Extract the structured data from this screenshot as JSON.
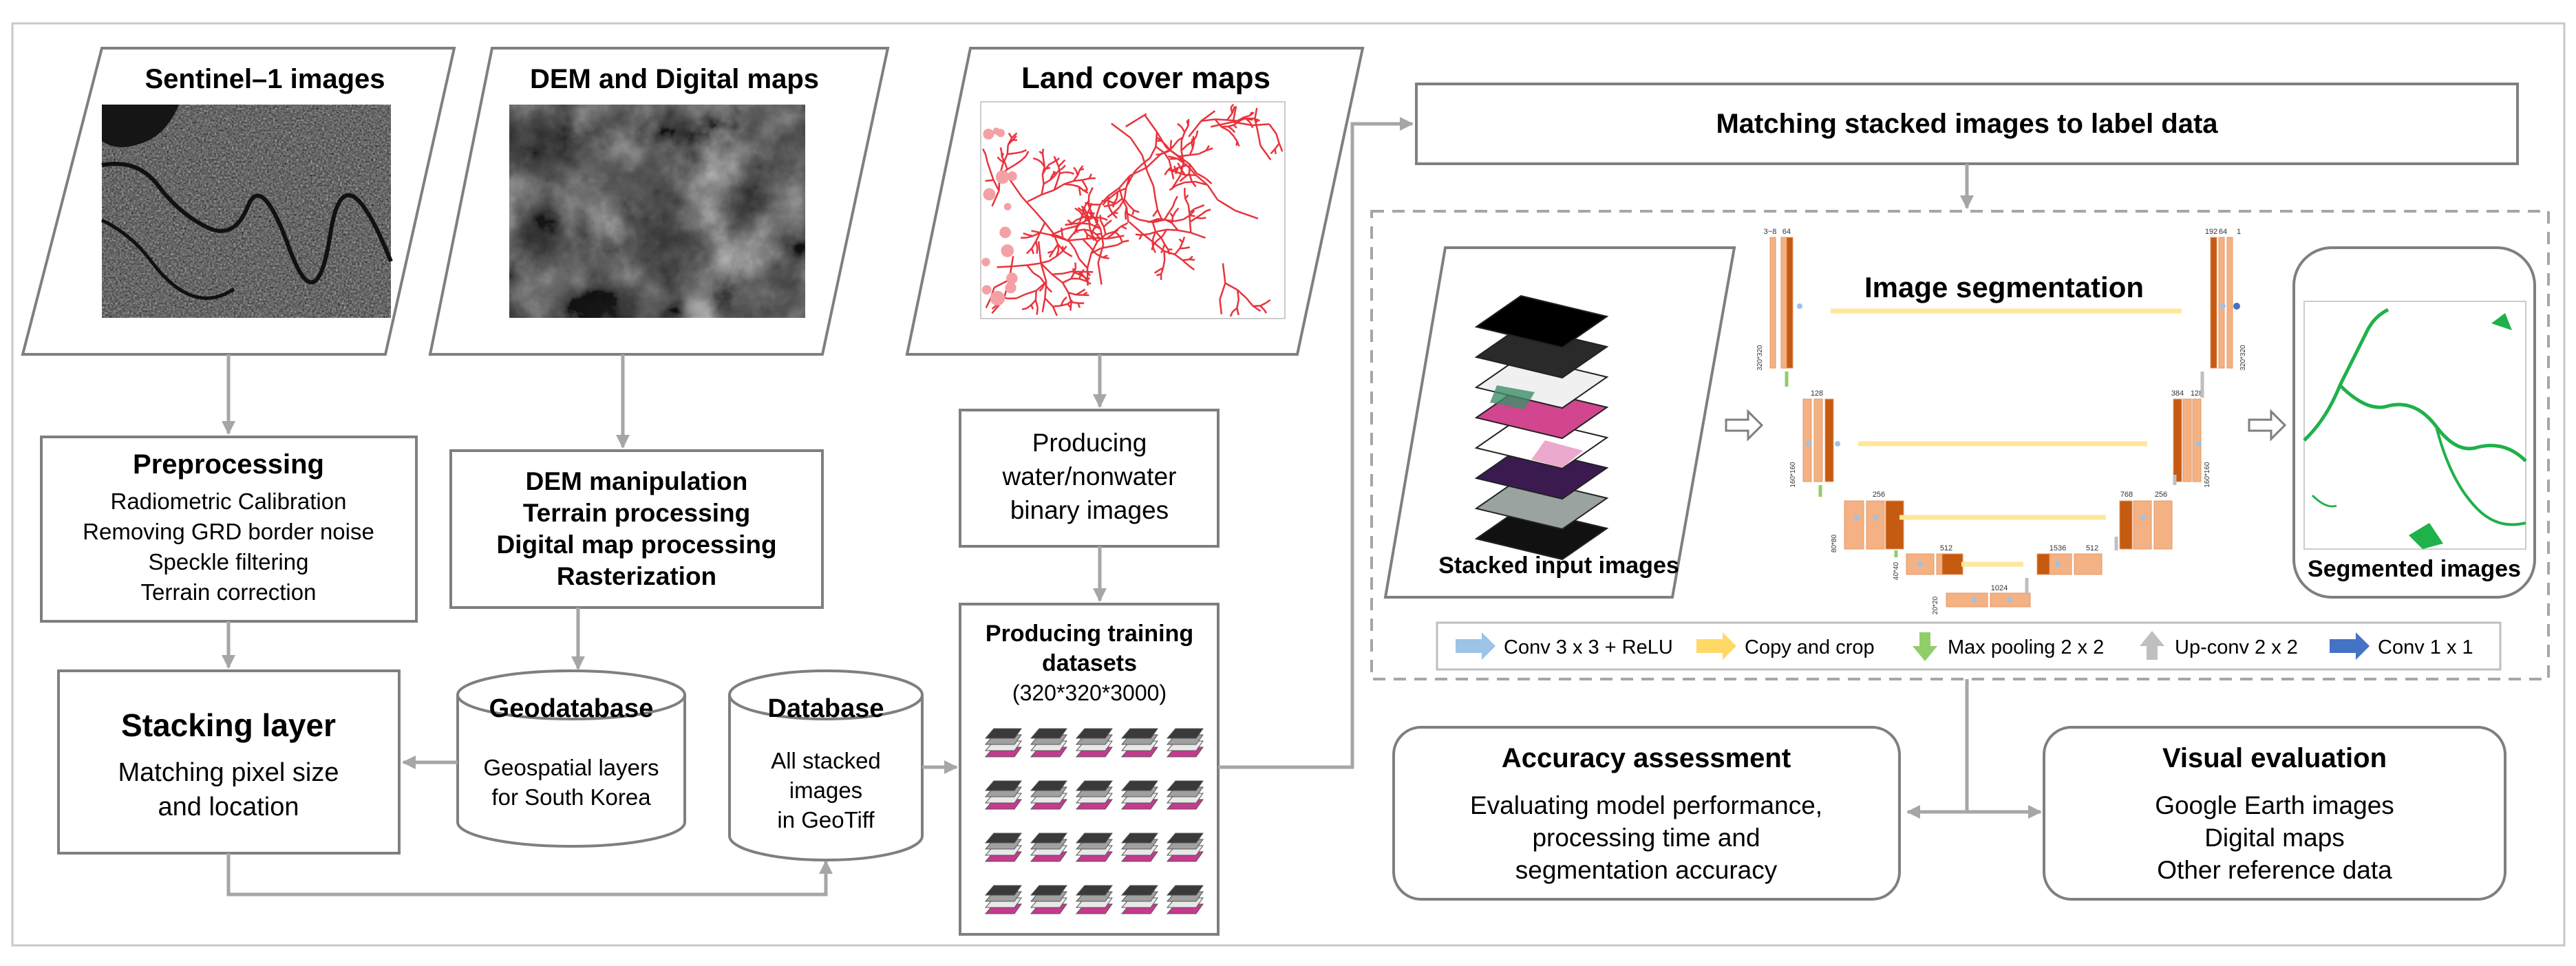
{
  "sources": {
    "sentinel": "Sentinel–1 images",
    "dem": "DEM and Digital maps",
    "landcover": "Land cover maps"
  },
  "preprocessing": {
    "title": "Preprocessing",
    "lines": [
      "Radiometric Calibration",
      "Removing GRD border noise",
      "Speckle filtering",
      "Terrain correction"
    ]
  },
  "dem_processing": {
    "lines": [
      "DEM manipulation",
      "Terrain processing",
      "Digital map processing",
      "Rasterization"
    ]
  },
  "producing_binary": {
    "lines": [
      "Producing",
      "water/nonwater",
      "binary images"
    ]
  },
  "stacking": {
    "title": "Stacking layer",
    "lines": [
      "Matching pixel size",
      "and location"
    ]
  },
  "geodatabase": {
    "title": "Geodatabase",
    "lines": [
      "Geospatial layers",
      "for South Korea"
    ]
  },
  "database": {
    "title": "Database",
    "lines": [
      "All stacked",
      "images",
      "in GeoTiff"
    ]
  },
  "training": {
    "title_lines": [
      "Producing training",
      "datasets"
    ],
    "size": "(320*320*3000)"
  },
  "matching": "Matching stacked images to label data",
  "segmentation": {
    "title": "Image segmentation",
    "stacked_label": "Stacked input images",
    "segmented_label": "Segmented images",
    "unet_labels": {
      "l1": [
        "3~8",
        "64"
      ],
      "l2": [
        "128"
      ],
      "l3": [
        "256"
      ],
      "l4": [
        "512"
      ],
      "bottom": [
        "1024"
      ],
      "r4": [
        "1536",
        "512"
      ],
      "r3": [
        "768",
        "256"
      ],
      "r2": [
        "384",
        "128"
      ],
      "r1": [
        "192",
        "64",
        "1"
      ],
      "sizes": [
        "320*320",
        "160*160",
        "80*80",
        "40*40",
        "20*20"
      ]
    }
  },
  "legend": [
    {
      "label": "Conv 3 x 3 + ReLU",
      "color": "#9dc3e6"
    },
    {
      "label": "Copy and crop",
      "color": "#ffd966"
    },
    {
      "label": "Max pooling 2 x 2",
      "color": "#8fce6b"
    },
    {
      "label": "Up-conv 2 x 2",
      "color": "#bfbfbf"
    },
    {
      "label": "Conv 1 x 1",
      "color": "#4472c4"
    }
  ],
  "accuracy": {
    "title": "Accuracy assessment",
    "lines": [
      "Evaluating model performance,",
      "processing time and",
      "segmentation accuracy"
    ]
  },
  "visual": {
    "title": "Visual evaluation",
    "lines": [
      "Google Earth images",
      "Digital maps",
      "Other reference data"
    ]
  },
  "colors": {
    "frame": "#7f7f7f",
    "connector": "#a6a6a6",
    "unet_block": "#f4b183",
    "unet_dark": "#c55a11",
    "water_red": "#e8333c",
    "water_green": "#1fb14a"
  }
}
